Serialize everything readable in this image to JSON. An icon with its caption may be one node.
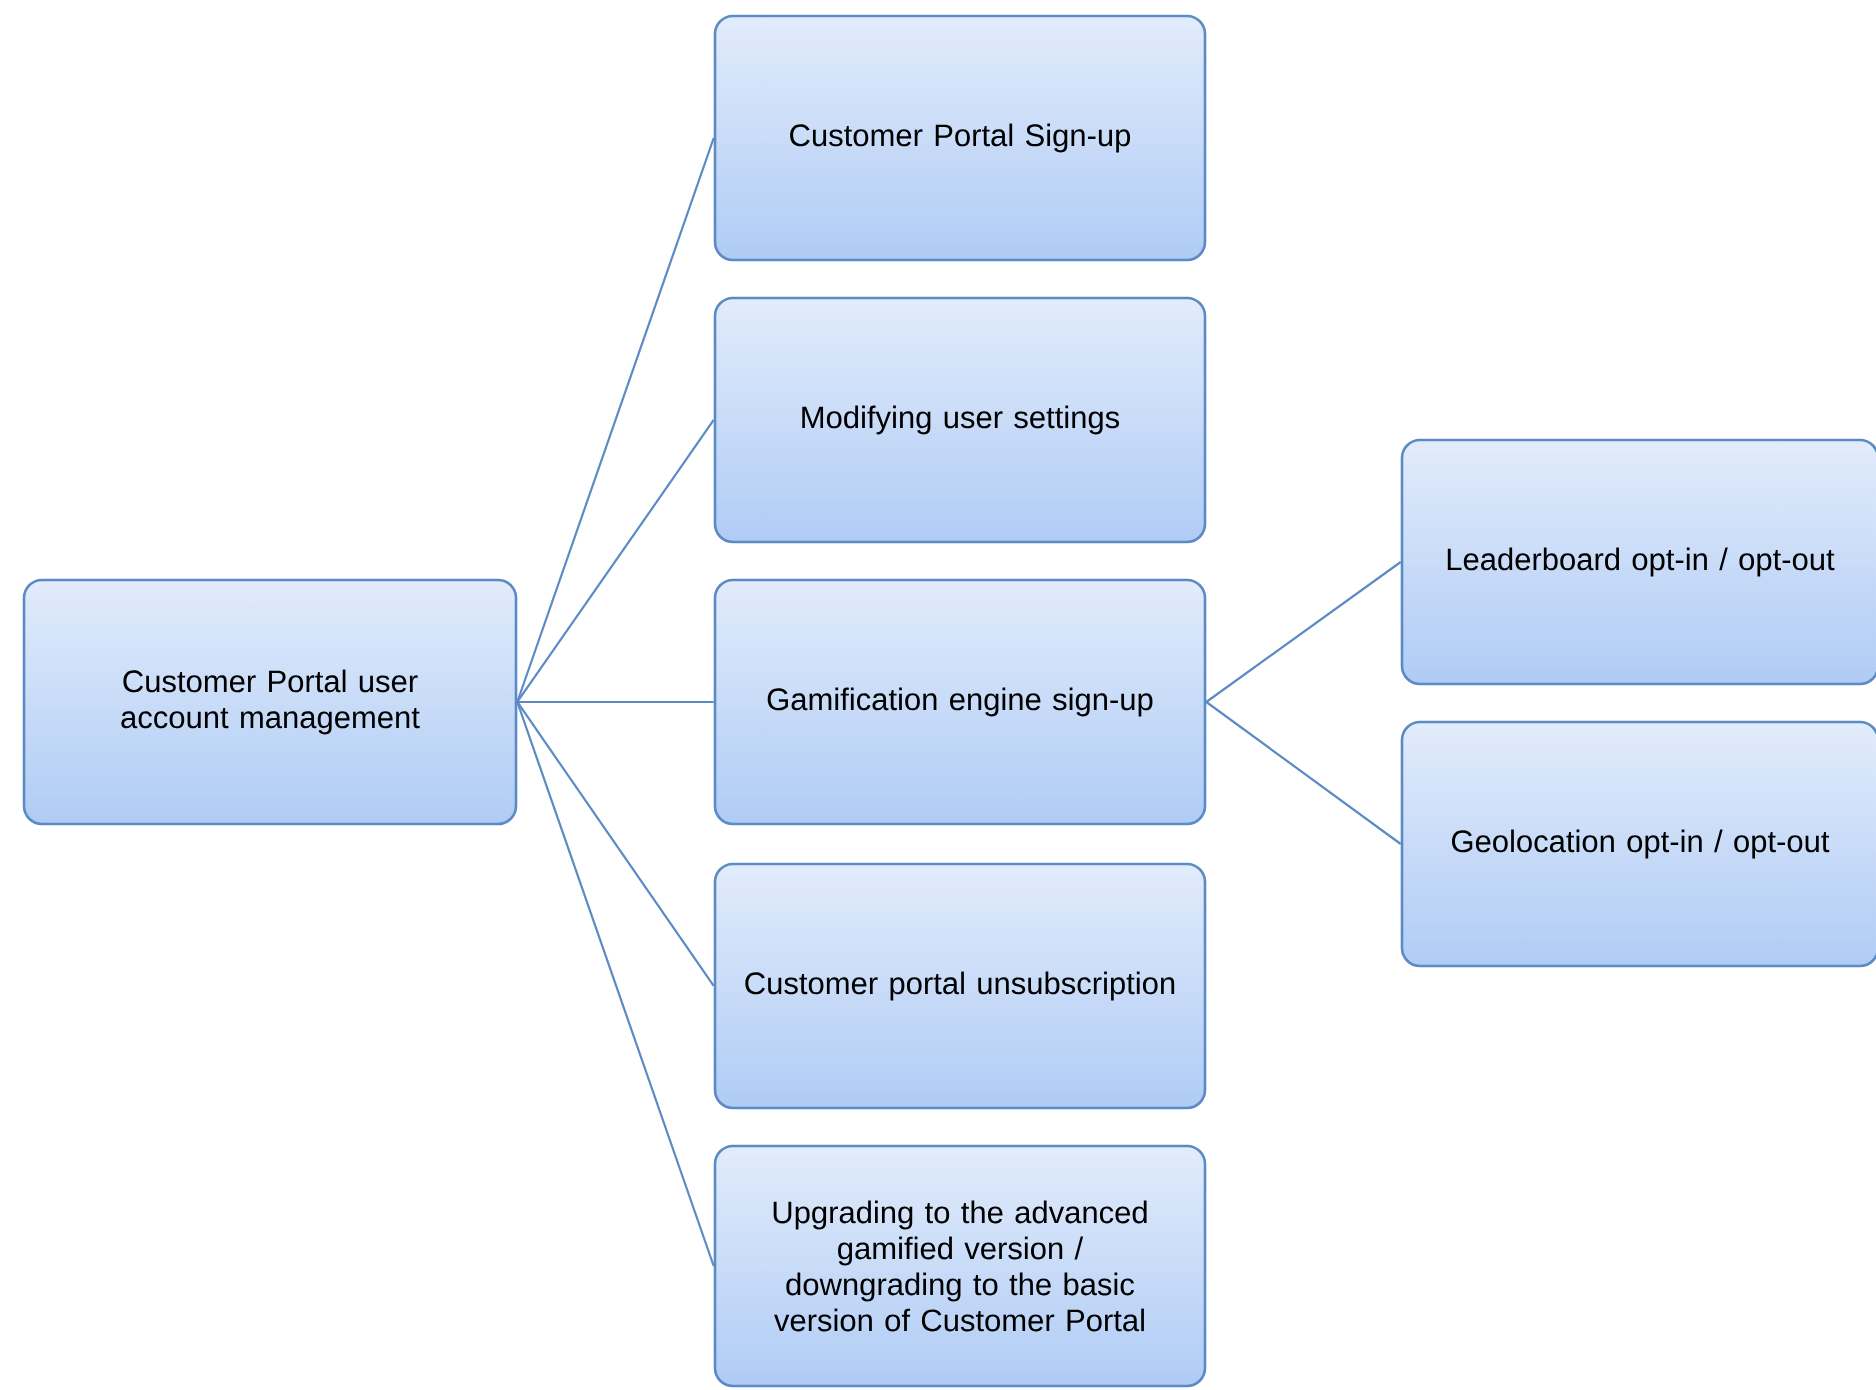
{
  "diagram": {
    "nodes": [
      {
        "text": [
          "Customer Portal user account management"
        ]
      },
      {
        "text": [
          "Customer Portal Sign-up"
        ]
      },
      {
        "text": [
          "Modifying user settings"
        ]
      },
      {
        "text": [
          "Gamification engine sign-up"
        ]
      },
      {
        "text": [
          "Customer portal unsubscription"
        ]
      },
      {
        "text": [
          "Upgrading to the advanced gamified version / downgrading to the basic version of Customer Portal"
        ]
      },
      {
        "text": [
          "Leaderboard opt-in / opt-out"
        ]
      },
      {
        "text": [
          "Geolocation opt-in / opt-out"
        ]
      }
    ],
    "edges": [
      {
        "from": 0,
        "to": 1,
        "arrow": "none"
      },
      {
        "from": 0,
        "to": 2,
        "arrow": "none"
      },
      {
        "from": 0,
        "to": 3,
        "arrow": "none"
      },
      {
        "from": 0,
        "to": 4,
        "arrow": "none"
      },
      {
        "from": 0,
        "to": 5,
        "arrow": "none"
      },
      {
        "from": 3,
        "to": 6,
        "arrow": "none"
      },
      {
        "from": 3,
        "to": 7,
        "arrow": "none"
      }
    ]
  }
}
